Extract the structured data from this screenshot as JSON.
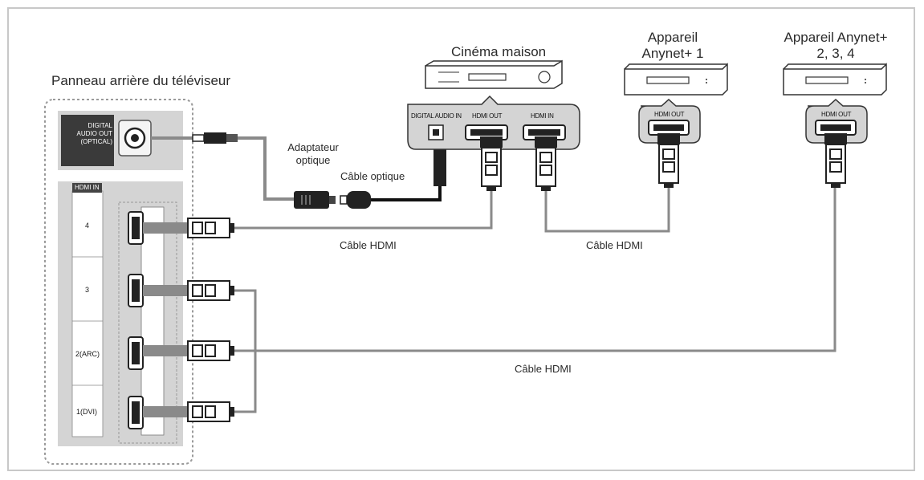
{
  "labels": {
    "tv_back_panel": "Panneau arrière du téléviseur",
    "home_theater": "Cinéma maison",
    "anynet_device_1_line1": "Appareil",
    "anynet_device_1_line2": "Anynet+ 1",
    "anynet_device_234_line1": "Appareil Anynet+",
    "anynet_device_234_line2": "2, 3, 4",
    "optical_adapter_line1": "Adaptateur",
    "optical_adapter_line2": "optique",
    "optical_cable": "Câble optique",
    "hdmi_cable_1": "Câble HDMI",
    "hdmi_cable_2": "Câble HDMI",
    "hdmi_cable_3": "Câble HDMI"
  },
  "tv_panel": {
    "digital_out_line1": "DIGITAL",
    "digital_out_line2": "AUDIO OUT",
    "digital_out_line3": "(OPTICAL)",
    "hdmi_in_tag": "HDMI IN",
    "hdmi_ports": [
      "4",
      "3",
      "2(ARC)",
      "1(DVI)"
    ]
  },
  "home_theater_ports": {
    "digital_audio_in": "DIGITAL AUDIO IN",
    "hdmi_out": "HDMI OUT",
    "hdmi_in": "HDMI IN"
  },
  "device_ports": {
    "anynet1_hdmi_out": "HDMI OUT",
    "anynet234_hdmi_out": "HDMI OUT"
  },
  "colors": {
    "frame": "#c8c8c8",
    "panel_gray": "#d2d2d2",
    "cable_gray": "#8a8a8a",
    "text": "#2b2b2b"
  }
}
